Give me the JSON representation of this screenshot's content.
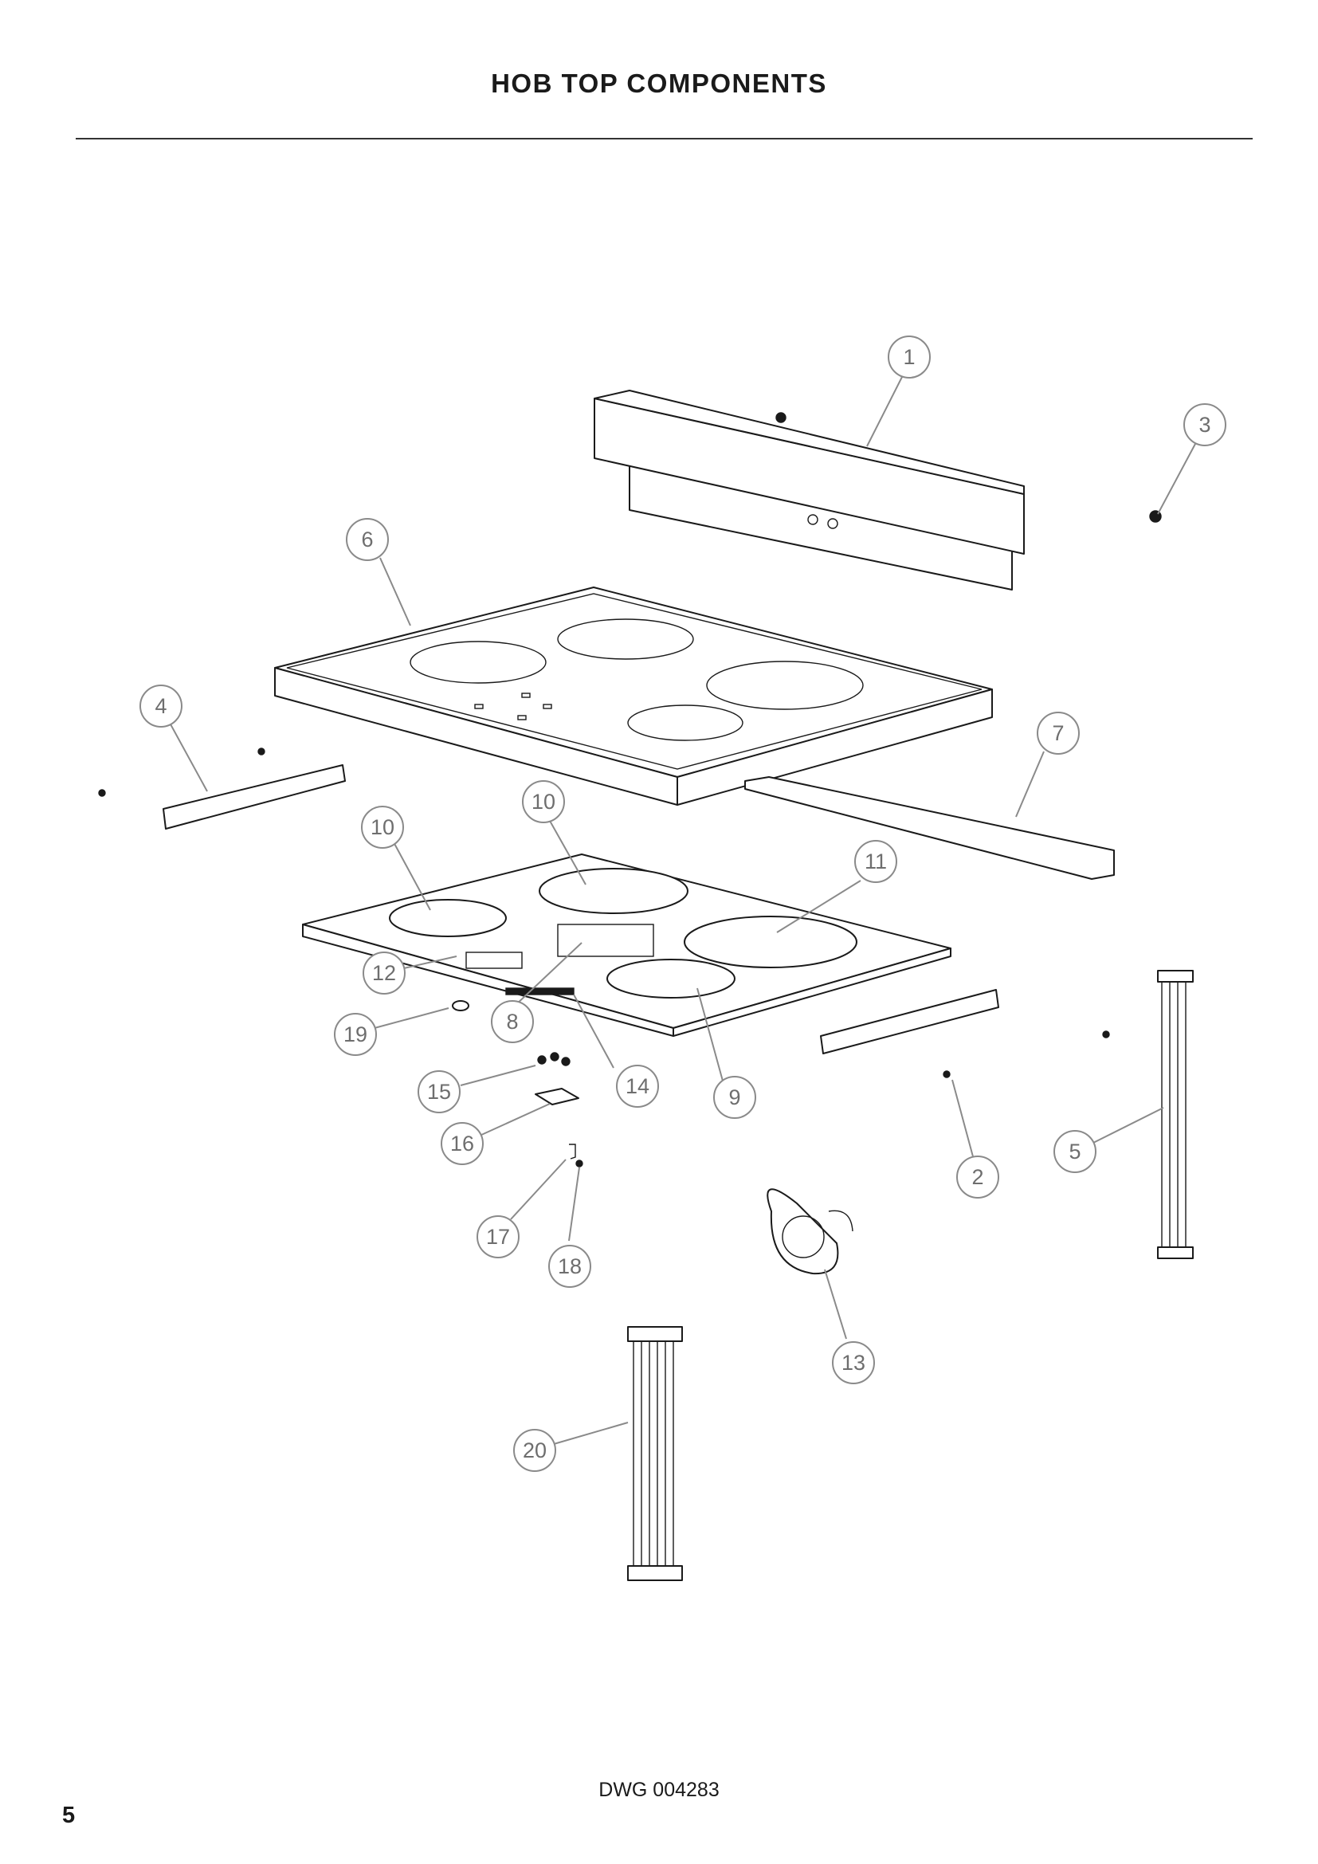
{
  "title": "HOB TOP COMPONENTS",
  "drawing_number": "DWG 004283",
  "page_number": "5",
  "callouts": [
    {
      "id": "c1",
      "label": "1"
    },
    {
      "id": "c2",
      "label": "2"
    },
    {
      "id": "c3",
      "label": "3"
    },
    {
      "id": "c4",
      "label": "4"
    },
    {
      "id": "c5",
      "label": "5"
    },
    {
      "id": "c6",
      "label": "6"
    },
    {
      "id": "c7",
      "label": "7"
    },
    {
      "id": "c8",
      "label": "8"
    },
    {
      "id": "c9",
      "label": "9"
    },
    {
      "id": "c10a",
      "label": "10"
    },
    {
      "id": "c10b",
      "label": "10"
    },
    {
      "id": "c11",
      "label": "11"
    },
    {
      "id": "c12",
      "label": "12"
    },
    {
      "id": "c13",
      "label": "13"
    },
    {
      "id": "c14",
      "label": "14"
    },
    {
      "id": "c15",
      "label": "15"
    },
    {
      "id": "c16",
      "label": "16"
    },
    {
      "id": "c17",
      "label": "17"
    },
    {
      "id": "c18",
      "label": "18"
    },
    {
      "id": "c19",
      "label": "19"
    },
    {
      "id": "c20",
      "label": "20"
    }
  ],
  "colors": {
    "line": "#1a1a1a",
    "callout": "#8a8a8a",
    "callout_text": "#6e6e6e",
    "background": "#ffffff"
  }
}
